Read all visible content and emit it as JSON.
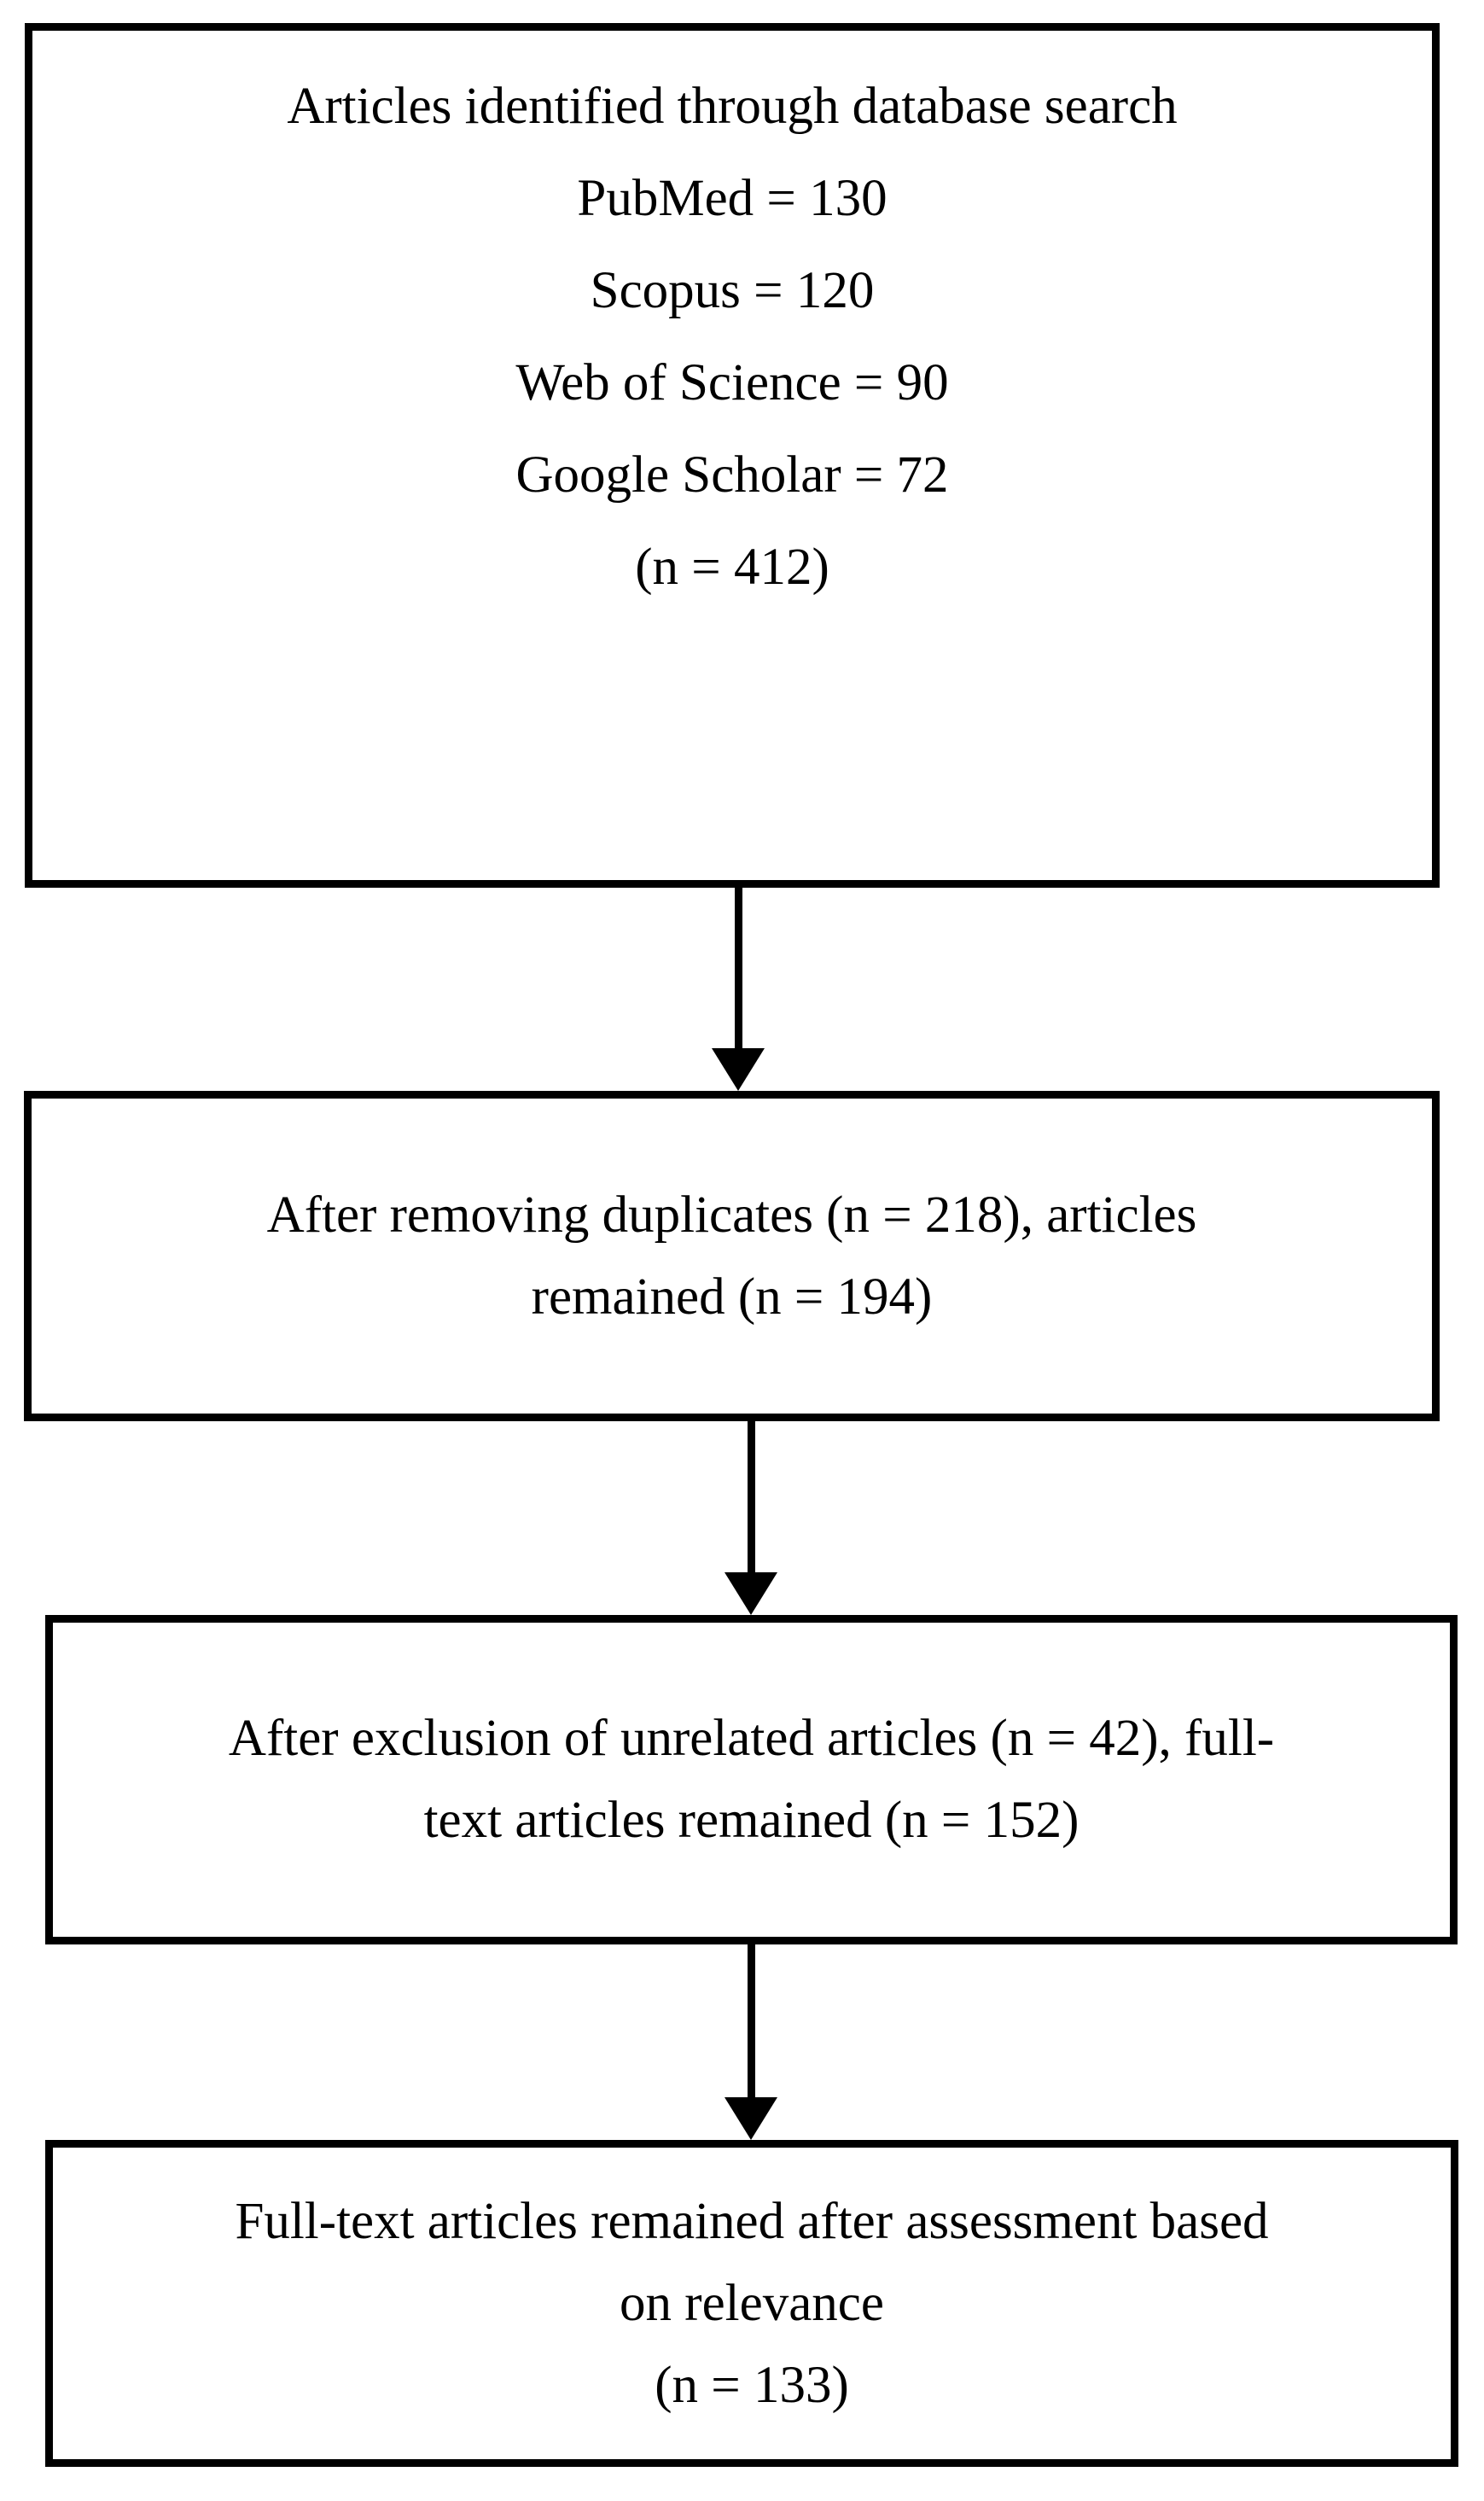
{
  "diagram": {
    "type": "prisma-flow-diagram",
    "orientation": "vertical",
    "accent_color": "#000000",
    "background_color": "#ffffff",
    "boxes": [
      {
        "id": "identification",
        "name": "articles-identified-box",
        "lines": [
          "Articles identified through database search",
          "PubMed = 130",
          "Scopus = 120",
          "Web of Science = 90",
          "Google Scholar = 72",
          "(n = 412)"
        ]
      },
      {
        "id": "duplicates",
        "name": "duplicates-removed-box",
        "lines": [
          "After removing duplicates (n = 218), articles",
          "remained (n = 194)"
        ]
      },
      {
        "id": "exclusion",
        "name": "unrelated-excluded-box",
        "lines": [
          "After exclusion of unrelated articles (n = 42), full-",
          "text articles remained (n = 152)"
        ]
      },
      {
        "id": "assessment",
        "name": "relevance-assessment-box",
        "lines": [
          "Full-text articles remained after assessment based",
          "on relevance",
          "(n = 133)"
        ]
      }
    ],
    "connectors": [
      {
        "id": "c1",
        "from": "identification",
        "to": "duplicates",
        "style": "down-arrow"
      },
      {
        "id": "c2",
        "from": "duplicates",
        "to": "exclusion",
        "style": "down-arrow"
      },
      {
        "id": "c3",
        "from": "exclusion",
        "to": "assessment",
        "style": "down-arrow"
      }
    ],
    "counts": {
      "pubmed": 130,
      "scopus": 120,
      "web_of_science": 90,
      "google_scholar": 72,
      "total_identified": 412,
      "duplicates_removed": 218,
      "after_duplicates": 194,
      "unrelated_excluded": 42,
      "full_text_remained": 152,
      "after_relevance_assessment": 133
    }
  }
}
